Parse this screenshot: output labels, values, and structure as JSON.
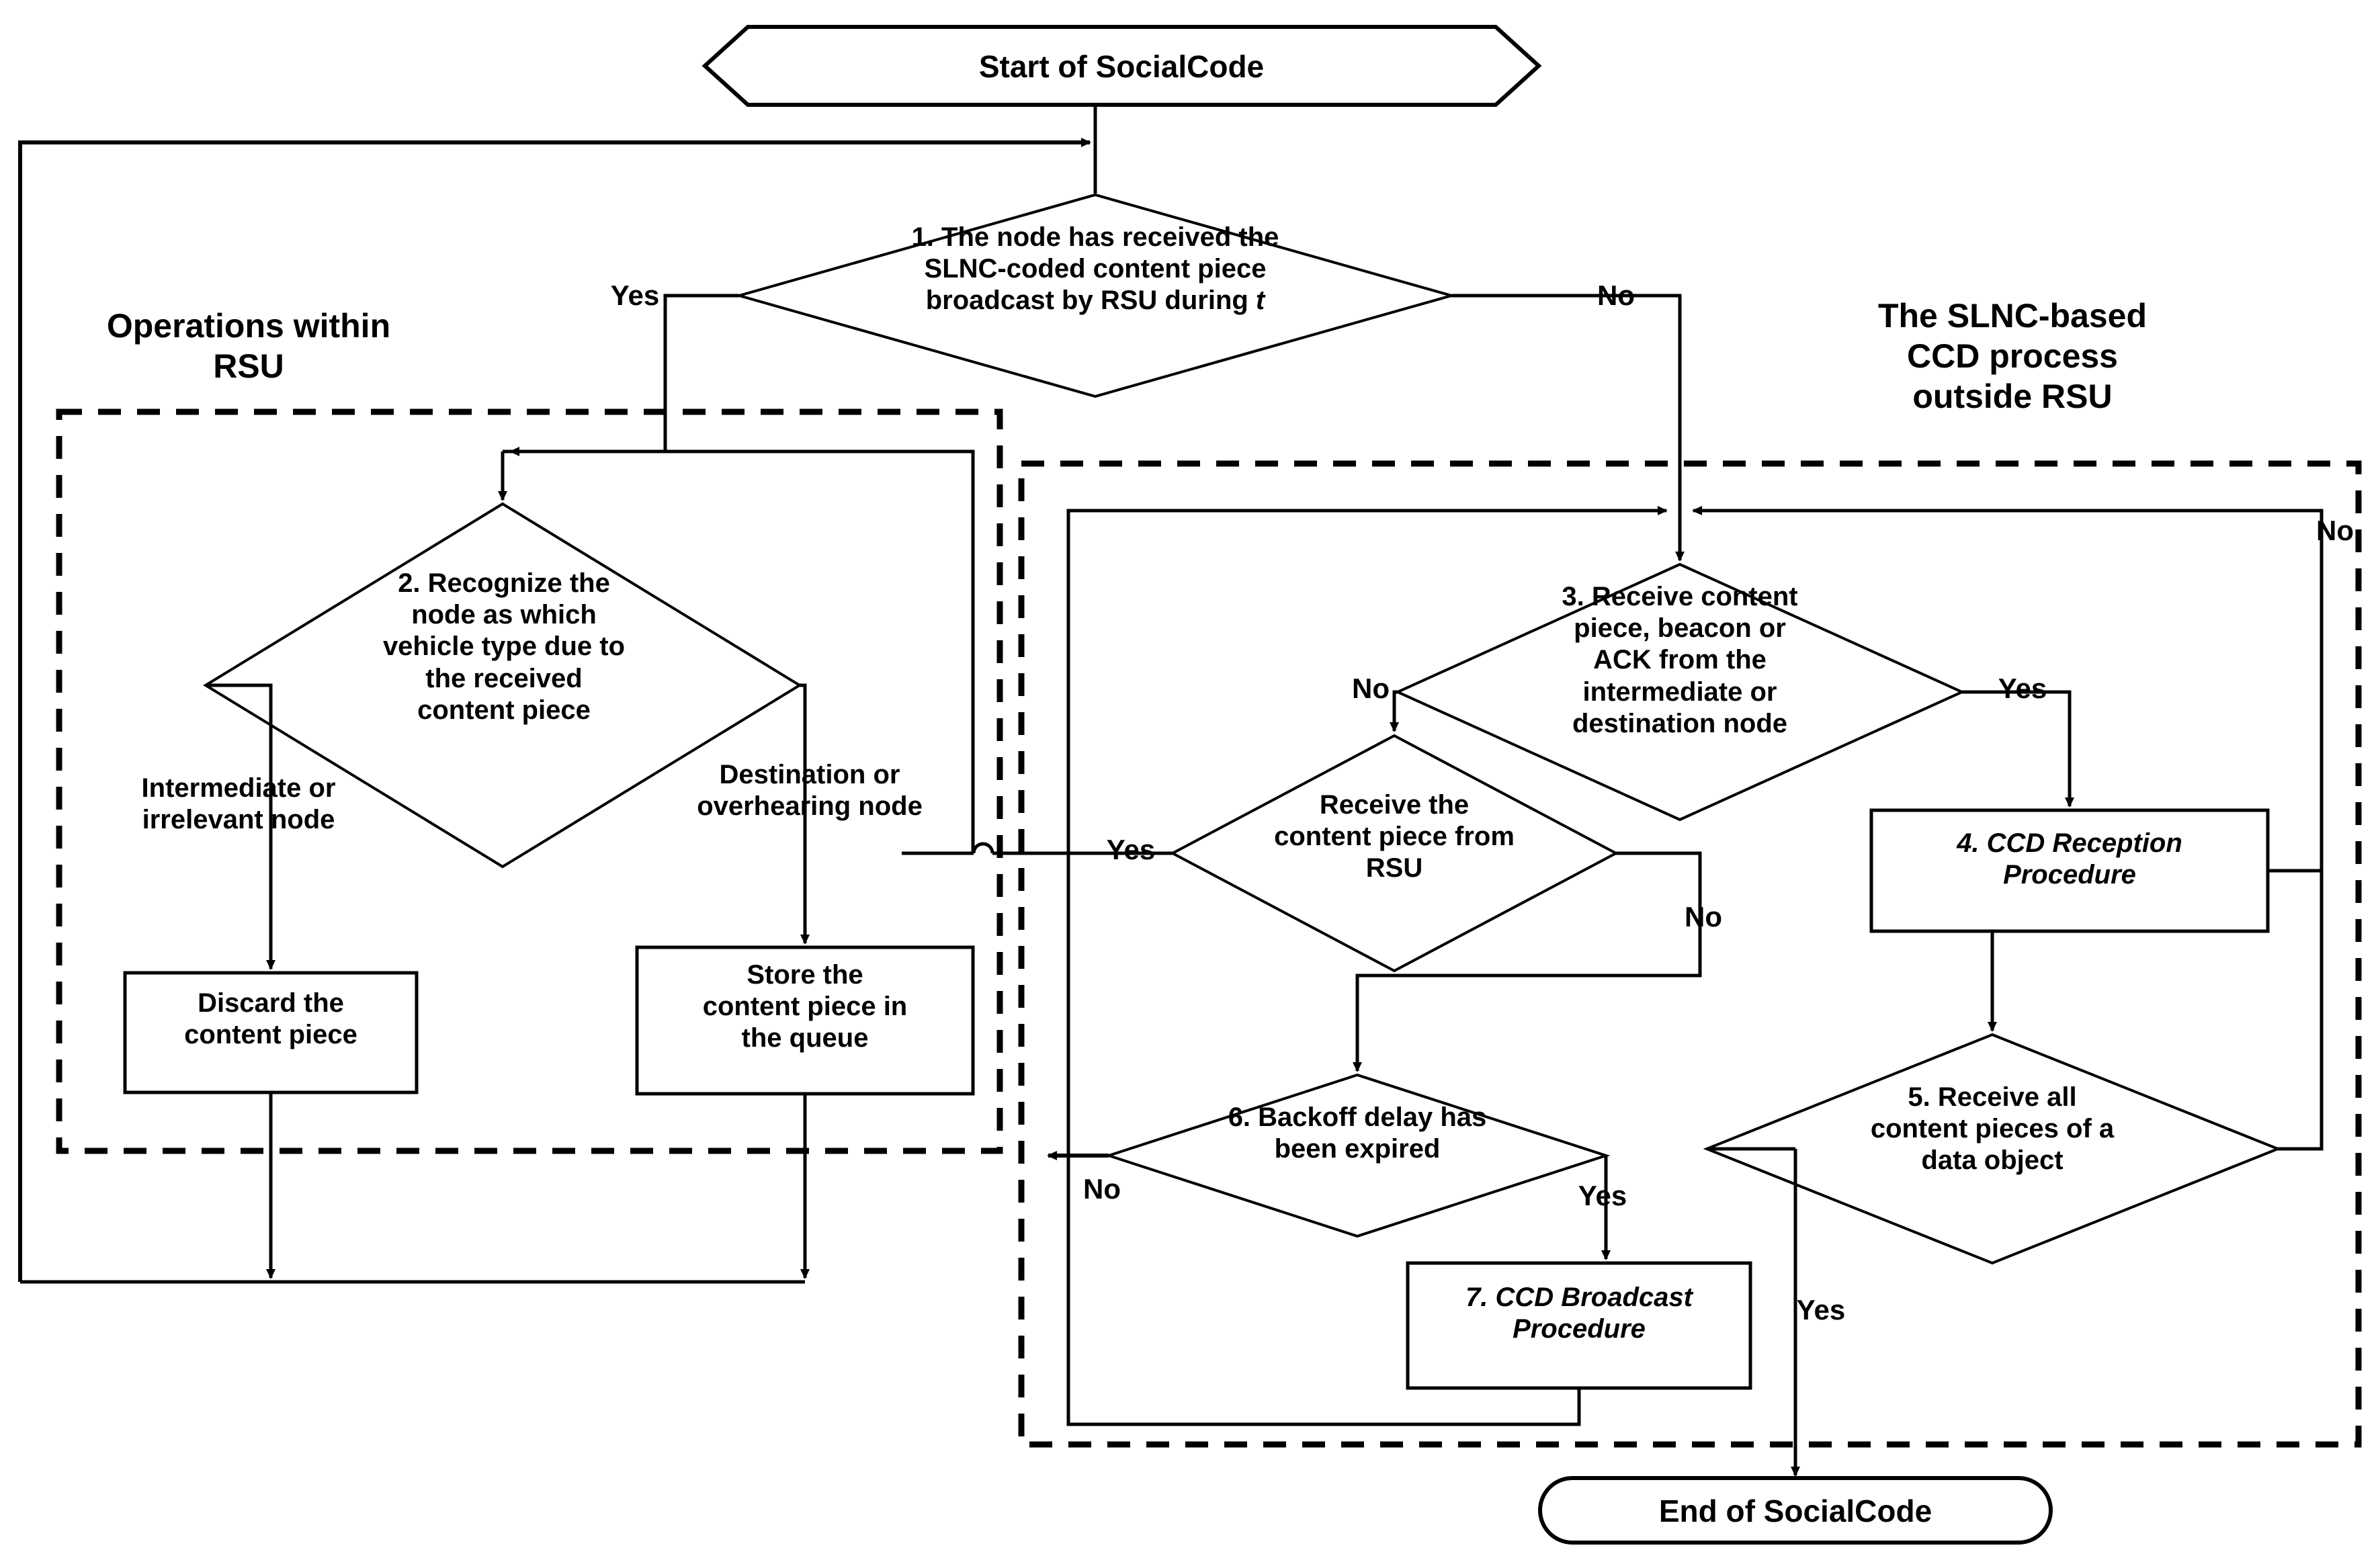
{
  "diagram": {
    "title_text": "SocialCode flowchart",
    "start_node": {
      "label": "Start of SocialCode",
      "shape": "hexagon"
    },
    "end_node": {
      "label": "End of SocialCode",
      "shape": "stadium"
    },
    "sections": [
      {
        "id": "left-section",
        "label": "Operations within\nRSU"
      },
      {
        "id": "right-section",
        "label": "The SLNC-based\nCCD process\noutside RSU"
      }
    ],
    "decisions": [
      {
        "id": "d1",
        "label": "1. The node has received the\nSLNC-coded content piece\nbroadcast by RSU during t",
        "italic_tail": "t"
      },
      {
        "id": "d2",
        "label": "2. Recognize the\nnode as which\nvehicle type due to\nthe received\ncontent piece"
      },
      {
        "id": "d3",
        "label": "3. Receive content\npiece, beacon or\nACK from the\nintermediate or\ndestination node"
      },
      {
        "id": "d-rsu",
        "label": "Receive the\ncontent piece from\nRSU"
      },
      {
        "id": "d5",
        "label": "5. Receive all\ncontent pieces of a\ndata object"
      },
      {
        "id": "d6",
        "label": "6. Backoff delay has\nbeen expired"
      }
    ],
    "processes": [
      {
        "id": "p-discard",
        "label": "Discard the\ncontent piece",
        "italic": false
      },
      {
        "id": "p-store",
        "label": "Store the\ncontent piece in\nthe queue",
        "italic": false
      },
      {
        "id": "p4",
        "label": "4. CCD Reception\nProcedure",
        "italic": true
      },
      {
        "id": "p7",
        "label": "7. CCD Broadcast\nProcedure",
        "italic": true
      }
    ],
    "edge_labels": [
      {
        "id": "e-d1-yes",
        "text": "Yes"
      },
      {
        "id": "e-d1-no",
        "text": "No"
      },
      {
        "id": "e-d2-left",
        "text": "Intermediate or\nirrelevant node"
      },
      {
        "id": "e-d2-right",
        "text": "Destination or\noverhearing node"
      },
      {
        "id": "e-d3-no",
        "text": "No"
      },
      {
        "id": "e-d3-yes",
        "text": "Yes"
      },
      {
        "id": "e-drsu-yes",
        "text": "Yes"
      },
      {
        "id": "e-drsu-no",
        "text": "No"
      },
      {
        "id": "e-d6-no",
        "text": "No"
      },
      {
        "id": "e-d6-yes",
        "text": "Yes"
      },
      {
        "id": "e-d5-no",
        "text": "No"
      },
      {
        "id": "e-d5-yes",
        "text": "Yes"
      }
    ],
    "colors": {
      "stroke": "#000000",
      "fill": "#ffffff",
      "dashed_border": "#000000"
    }
  }
}
